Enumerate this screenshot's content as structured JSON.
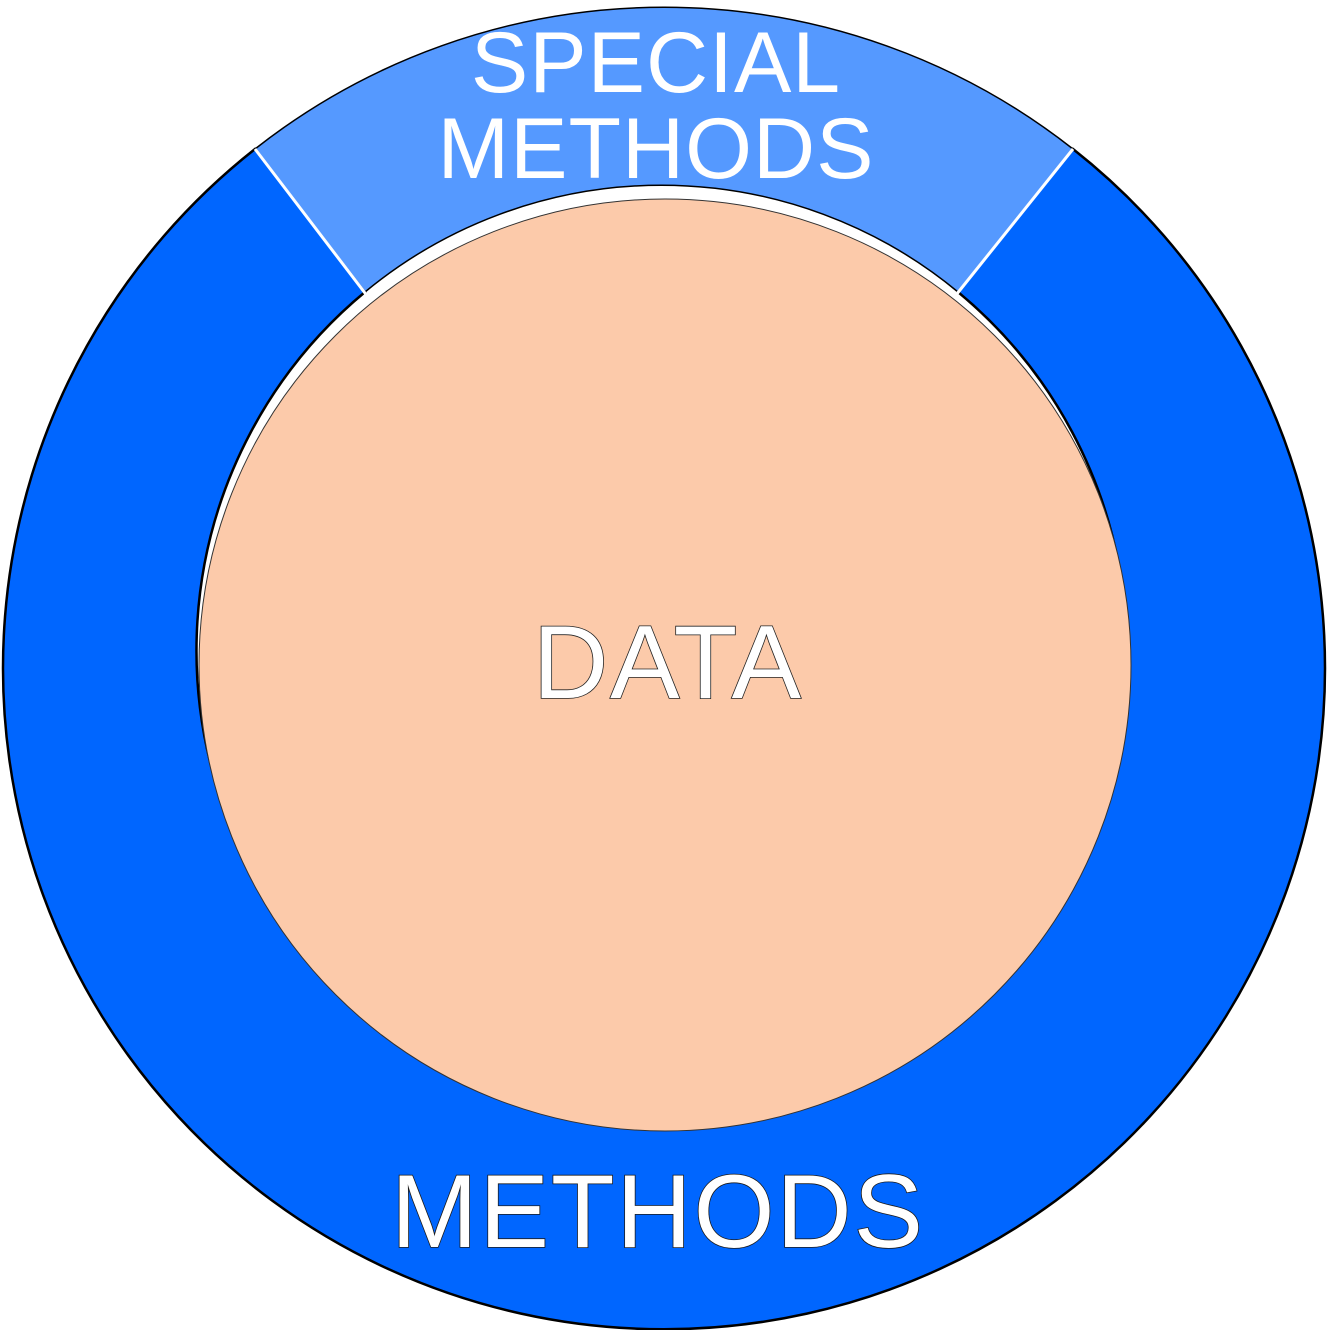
{
  "diagram": {
    "segments": {
      "special_methods": {
        "line1": "SPECIAL",
        "line2": "METHODS",
        "color": "#5599FF"
      },
      "methods": {
        "label": "METHODS",
        "color": "#0066FF"
      }
    },
    "core": {
      "label": "DATA",
      "color": "#FCCAAA"
    },
    "outline_color": "#000000"
  }
}
